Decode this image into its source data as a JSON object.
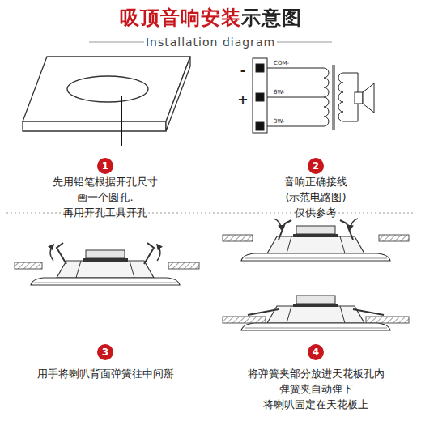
{
  "diagram": {
    "title": "吸顶音响安装示意图",
    "labels": [
      "Installation diagram",
      "1",
      "先用铅笔根据开孔尺寸 画一个圆孔.再用开孔工具开孔",
      "2",
      "音响正确接线(示范电路图) 仅供参考",
      "-",
      "+",
      "COM-",
      "6W-",
      "3W-",
      "3",
      "用手将喇叭背面弹簧往中间掰",
      "4",
      "将弹簧夹部分放进天花板孔内 弹簧夹自动弹下 将喇叭固定在天花板上"
    ]
  }
}
